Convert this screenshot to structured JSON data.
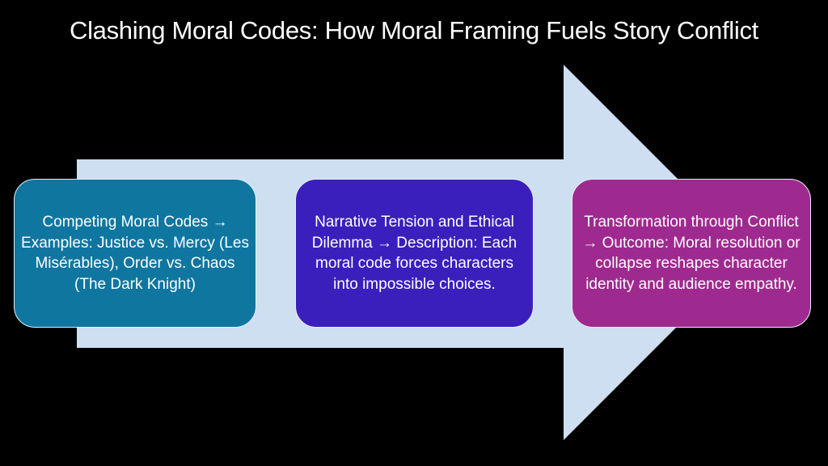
{
  "title": "Clashing Moral Codes: How Moral Framing Fuels Story Conflict",
  "colors": {
    "background": "#000000",
    "arrow": "#cddff0",
    "box1": "#0f76a0",
    "box2": "#3a1fbd",
    "box3": "#9f2a8f"
  },
  "steps": [
    {
      "text": "Competing Moral Codes → Examples: Justice vs. Mercy (Les Misérables), Order vs. Chaos (The Dark Knight)"
    },
    {
      "text": "Narrative Tension and Ethical Dilemma → Description: Each moral code forces characters into impossible choices."
    },
    {
      "text": "Transformation through Conflict → Outcome: Moral resolution or collapse reshapes character identity and audience empathy."
    }
  ]
}
